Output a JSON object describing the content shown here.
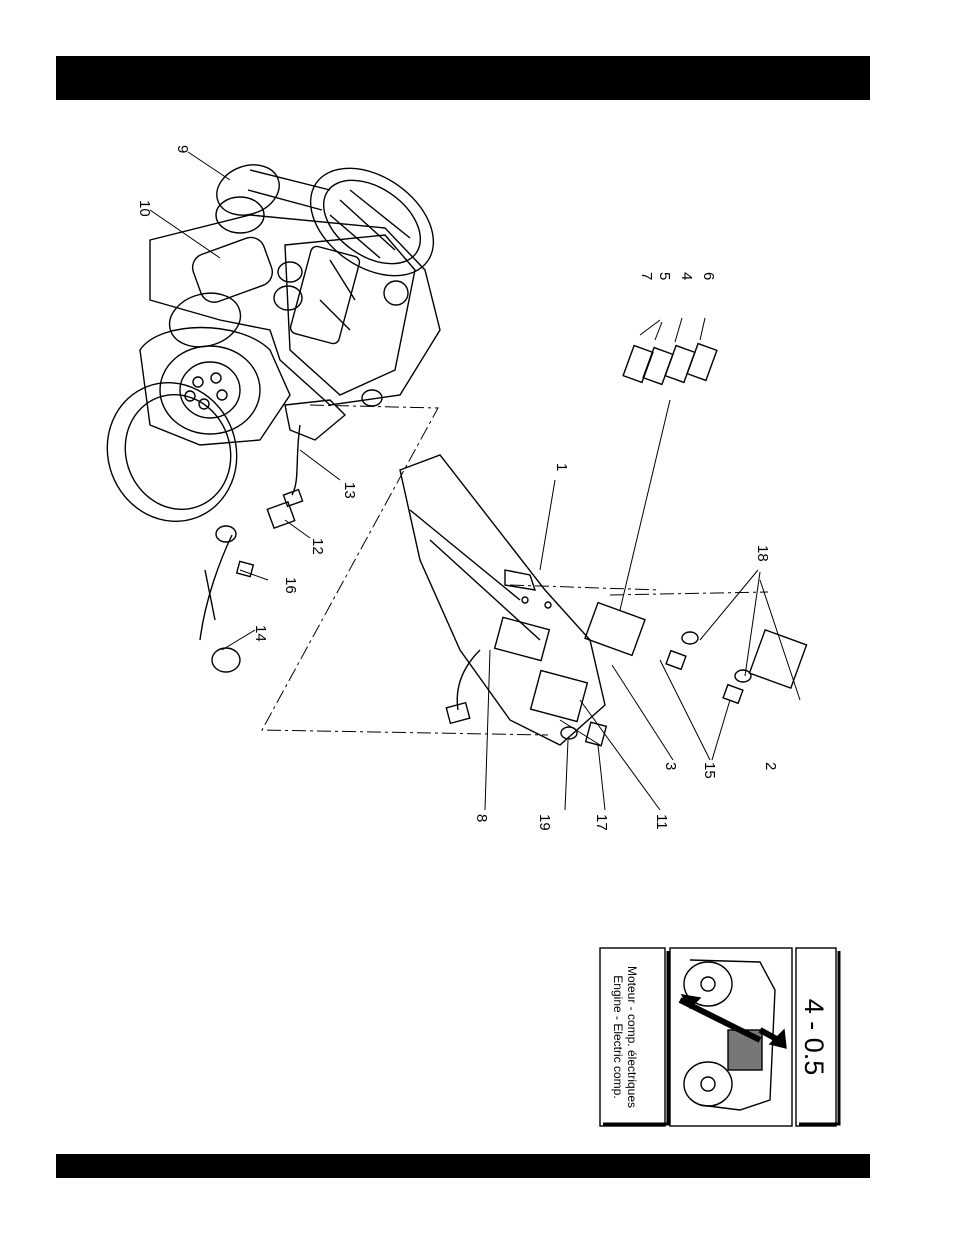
{
  "callouts": {
    "c1": "1",
    "c2": "2",
    "c3": "3",
    "c4": "4",
    "c5": "5",
    "c6": "6",
    "c7": "7",
    "c8": "8",
    "c9": "9",
    "c10": "10",
    "c11": "11",
    "c12": "12",
    "c13": "13",
    "c14": "14",
    "c15": "15",
    "c16": "16",
    "c17": "17",
    "c18": "18",
    "c19": "19"
  },
  "section_tab": {
    "number": "4 - 0.5",
    "title_en": "Engine - Electric comp.",
    "title_fr": "Moteur - comp. électriques"
  }
}
